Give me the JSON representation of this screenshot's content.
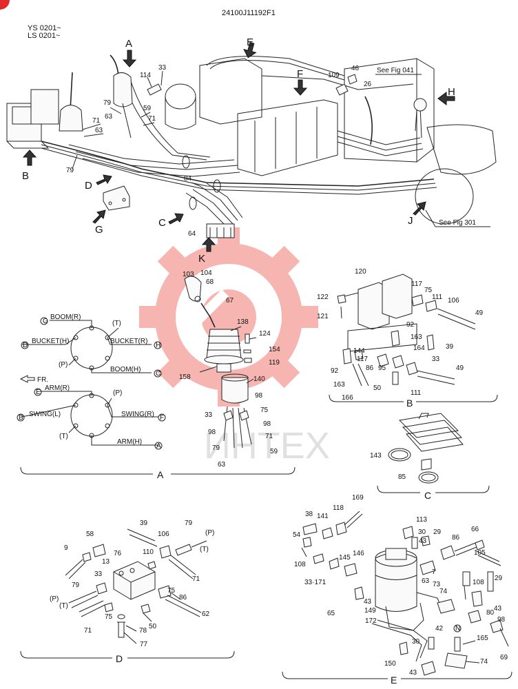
{
  "header": {
    "drawing_number": "24100J11192F1",
    "serial_ys": "YS 0201~",
    "serial_ls": "LS 0201~",
    "ref_fig_041": "See Fig 041",
    "ref_fig_301": "See Fig 301"
  },
  "watermark": {
    "text": "ИНТЕХ",
    "color": "#e8463c"
  },
  "view_arrows": {
    "A": "A",
    "B": "B",
    "C": "C",
    "D": "D",
    "E": "E",
    "F": "F",
    "G": "G",
    "H": "H",
    "J": "J",
    "K": "K"
  },
  "main_callouts": {
    "p114": "114",
    "p33": "33",
    "p79a": "79",
    "p63a": "63",
    "p59": "59",
    "p71a": "71",
    "p71b": "71",
    "p63b": "63",
    "p79b": "79",
    "p84": "84",
    "p64": "64",
    "p109": "109",
    "p46": "46",
    "p26": "26"
  },
  "pattern_a": {
    "boom_r": "BOOM(R)",
    "bucket_h": "BUCKET(H)",
    "bucket_r": "BUCKET(R)",
    "boom_h": "BOOM(H)",
    "t": "(T)",
    "p": "(P)",
    "g": "G",
    "d": "D",
    "h": "H",
    "c": "C",
    "fr": "FR.",
    "arm_r": "ARM(R)",
    "swing_l": "SWING(L)",
    "swing_r": "SWING(R)",
    "arm_h": "ARM(H)",
    "p2": "(P)",
    "t2": "(T)",
    "e": "E",
    "b": "B",
    "f": "F",
    "a": "A"
  },
  "lever_callouts": {
    "p103": "103",
    "p104": "104",
    "p68": "68",
    "p67": "67",
    "p138": "138",
    "p124": "124",
    "p154": "154",
    "p119": "119",
    "p158": "158",
    "p140": "140",
    "p98a": "98",
    "p75": "75",
    "p33": "33",
    "p98b": "98",
    "p98c": "98",
    "p71": "71",
    "p79": "79",
    "p59": "59",
    "p63": "63"
  },
  "section_b": {
    "p120": "120",
    "p122": "122",
    "p121": "121",
    "p117a": "117",
    "p75": "75",
    "p111a": "111",
    "p106": "106",
    "p49a": "49",
    "p92a": "92",
    "p163a": "163",
    "p39": "39",
    "p164": "164",
    "p92b": "92",
    "p144": "144",
    "p117b": "117",
    "p86": "86",
    "p95": "95",
    "p33": "33",
    "p49b": "49",
    "p163b": "163",
    "p50": "50",
    "p111b": "111",
    "p166": "166"
  },
  "section_c": {
    "p143": "143",
    "p85": "85"
  },
  "section_d": {
    "p39": "39",
    "p79a": "79",
    "p58": "58",
    "p106": "106",
    "p9": "9",
    "p13": "13",
    "p76": "76",
    "p110": "110",
    "p_p1": "(P)",
    "p_t1": "(T)",
    "p33": "33",
    "p71a": "71",
    "p75a": "75",
    "p86": "86",
    "p79b": "79",
    "p62": "62",
    "p_p2": "(P)",
    "p_t2": "(T)",
    "p75b": "75",
    "p50": "50",
    "p71b": "71",
    "p78": "78",
    "p77": "77"
  },
  "section_e": {
    "p38": "38",
    "p118": "118",
    "p169": "169",
    "p141": "141",
    "p113": "113",
    "p54": "54",
    "p30a": "30",
    "p29a": "29",
    "p86": "86",
    "p66": "66",
    "p43a": "43",
    "p108a": "108",
    "p145": "145",
    "p146": "146",
    "p105": "105",
    "p7": "7",
    "p63": "63",
    "p73": "73",
    "p29b": "29",
    "p33_171": "33·171",
    "p108b": "108",
    "p74a": "74",
    "p43b": "43",
    "p65": "65",
    "p149": "149",
    "p172": "172",
    "p80": "80",
    "p42": "42",
    "p98": "98",
    "p_n": "N",
    "p165": "165",
    "p30b": "30",
    "p69": "69",
    "p150": "150",
    "p74b": "74",
    "p43c": "43"
  },
  "section_labels": {
    "a": "A",
    "b": "B",
    "c": "C",
    "d": "D",
    "e": "E"
  }
}
